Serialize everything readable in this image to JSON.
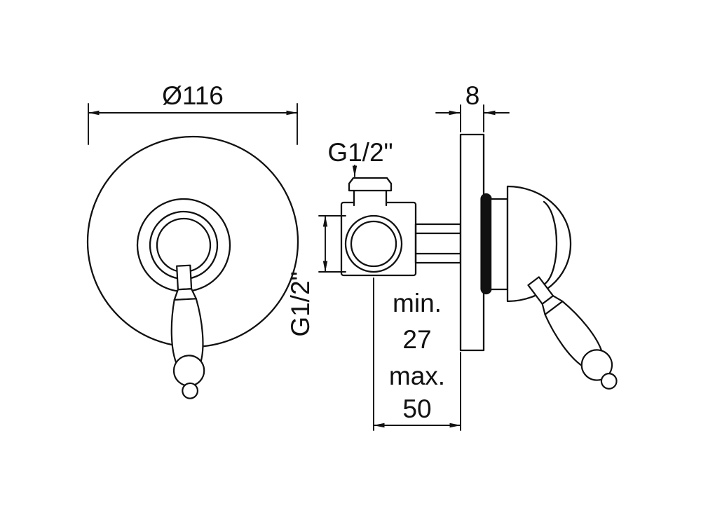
{
  "diagram": {
    "front_view": {
      "diameter_label": "Ø116"
    },
    "side_view": {
      "plate_thickness_label": "8",
      "top_port_label": "G1/2\"",
      "front_port_label": "G1/2\"",
      "depth_min_label": "min.",
      "depth_min_value": "27",
      "depth_max_label": "max.",
      "depth_max_value": "50"
    },
    "colors": {
      "line": "#111111",
      "background": "#ffffff"
    }
  }
}
